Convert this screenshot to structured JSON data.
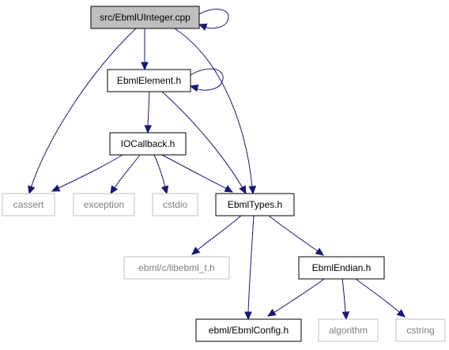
{
  "graph": {
    "nodes": {
      "root": {
        "label": "src/EbmlUInteger.cpp",
        "style": "highlighted"
      },
      "ebml_element": {
        "label": "EbmlElement.h",
        "style": "documented"
      },
      "io_callback": {
        "label": "IOCallback.h",
        "style": "documented"
      },
      "cassert": {
        "label": "cassert",
        "style": "external"
      },
      "exception": {
        "label": "exception",
        "style": "external"
      },
      "cstdio": {
        "label": "cstdio",
        "style": "external"
      },
      "ebml_types": {
        "label": "EbmlTypes.h",
        "style": "documented"
      },
      "libebml_t": {
        "label": "ebml/c/libebml_t.h",
        "style": "external"
      },
      "ebml_endian": {
        "label": "EbmlEndian.h",
        "style": "documented"
      },
      "ebml_config": {
        "label": "ebml/EbmlConfig.h",
        "style": "documented"
      },
      "algorithm": {
        "label": "algorithm",
        "style": "external"
      },
      "cstring": {
        "label": "cstring",
        "style": "external"
      }
    },
    "edges": [
      {
        "from": "root",
        "to": "root"
      },
      {
        "from": "root",
        "to": "ebml_element"
      },
      {
        "from": "root",
        "to": "cassert"
      },
      {
        "from": "root",
        "to": "ebml_types"
      },
      {
        "from": "ebml_element",
        "to": "ebml_element"
      },
      {
        "from": "ebml_element",
        "to": "io_callback"
      },
      {
        "from": "ebml_element",
        "to": "ebml_types"
      },
      {
        "from": "io_callback",
        "to": "cassert"
      },
      {
        "from": "io_callback",
        "to": "exception"
      },
      {
        "from": "io_callback",
        "to": "cstdio"
      },
      {
        "from": "io_callback",
        "to": "ebml_types"
      },
      {
        "from": "ebml_types",
        "to": "libebml_t"
      },
      {
        "from": "ebml_types",
        "to": "ebml_config"
      },
      {
        "from": "ebml_types",
        "to": "ebml_endian"
      },
      {
        "from": "ebml_endian",
        "to": "ebml_config"
      },
      {
        "from": "ebml_endian",
        "to": "algorithm"
      },
      {
        "from": "ebml_endian",
        "to": "cstring"
      }
    ],
    "colors": {
      "edge": "#191970",
      "highlighted_fill": "#bfbfbf",
      "documented_border": "#000000",
      "external_border": "#bfbfbf",
      "external_text": "#7f7f7f"
    }
  }
}
